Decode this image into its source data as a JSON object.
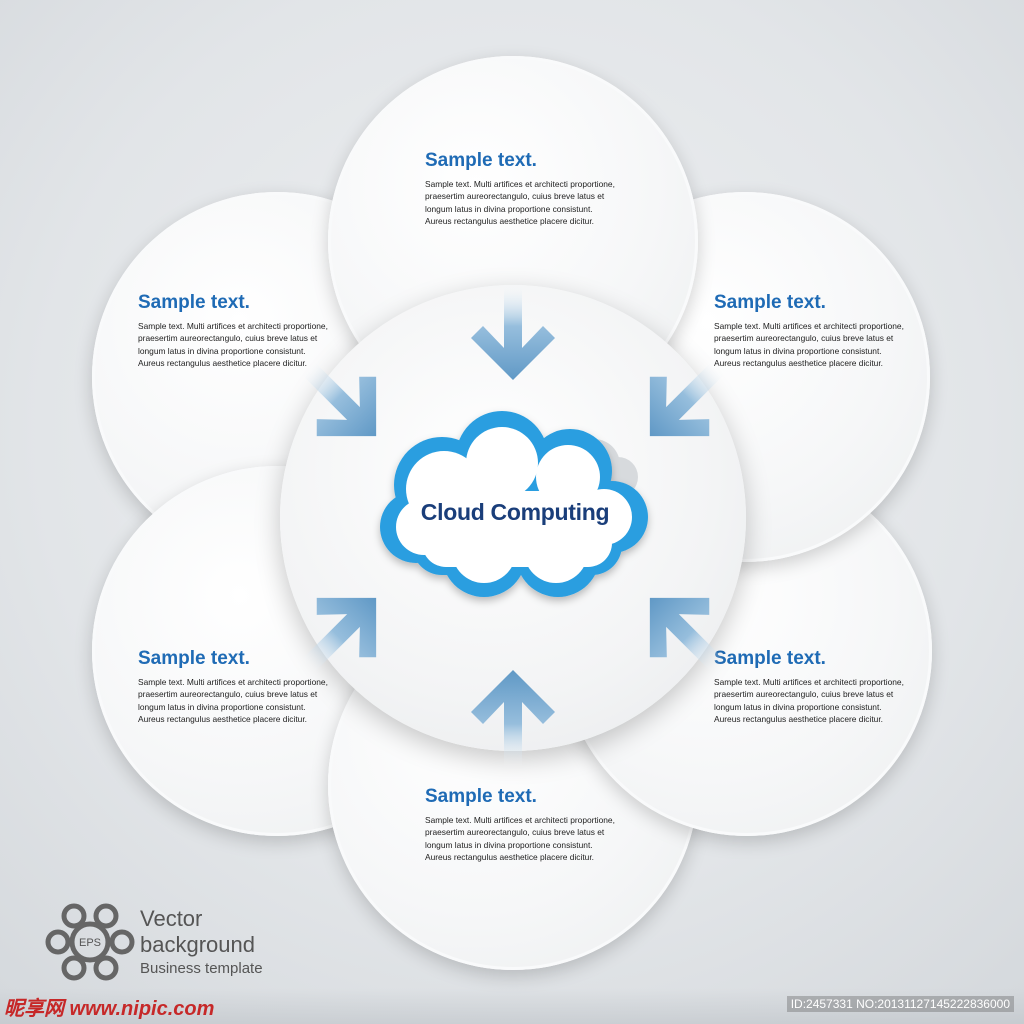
{
  "petals": [
    {
      "title": "Sample text.",
      "body": "Sample text. Multi artifices et architecti proportione, praesertim aureorectangulo, cuius breve latus et longum latus in divina proportione consistunt. Aureus rectangulus aesthetice placere dicitur."
    },
    {
      "title": "Sample text.",
      "body": "Sample text. Multi artifices et architecti proportione, praesertim aureorectangulo, cuius breve latus et longum latus in divina proportione consistunt. Aureus rectangulus aesthetice placere dicitur."
    },
    {
      "title": "Sample text.",
      "body": "Sample text. Multi artifices et architecti proportione, praesertim aureorectangulo, cuius breve latus et longum latus in divina proportione consistunt. Aureus rectangulus aesthetice placere dicitur."
    },
    {
      "title": "Sample text.",
      "body": "Sample text. Multi artifices et architecti proportione, praesertim aureorectangulo, cuius breve latus et longum latus in divina proportione consistunt. Aureus rectangulus aesthetice placere dicitur."
    },
    {
      "title": "Sample text.",
      "body": "Sample text. Multi artifices et architecti proportione, praesertim aureorectangulo, cuius breve latus et longum latus in divina proportione consistunt. Aureus rectangulus aesthetice placere dicitur."
    },
    {
      "title": "Sample text.",
      "body": "Sample text. Multi artifices et architecti proportione, praesertim aureorectangulo, cuius breve latus et longum latus in divina proportione consistunt. Aureus rectangulus aesthetice placere dicitur."
    }
  ],
  "center": {
    "label": "Cloud Computing",
    "icon": "cloud-icon"
  },
  "arrows": {
    "icon": "arrow-icon",
    "count": 6
  },
  "footer": {
    "badge": "EPS",
    "line1": "Vector",
    "line2": "background",
    "line3": "Business template"
  },
  "watermark": {
    "left": "昵享网 www.nipic.com",
    "right": "ID:2457331 NO:20131127145222836000"
  },
  "colors": {
    "accent": "#1f6bb5",
    "cloud_ring": "#2a9ee0",
    "arrow": "#5d97c4",
    "label": "#1a3e7a"
  }
}
